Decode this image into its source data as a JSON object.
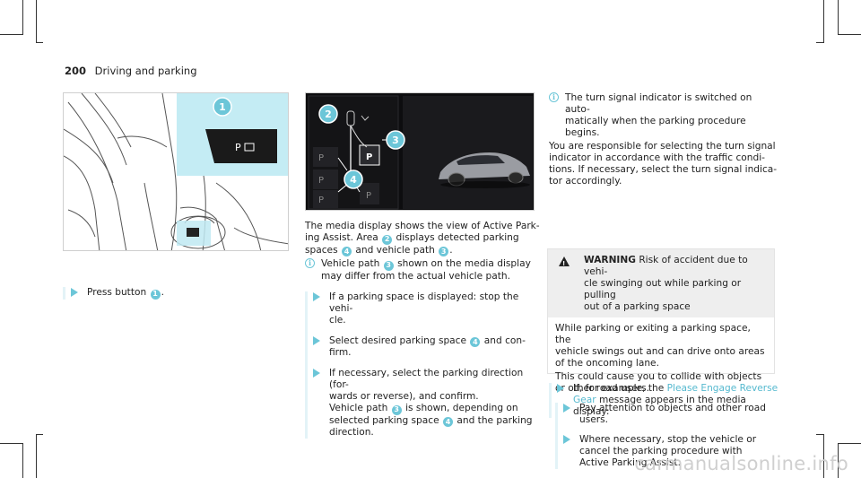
{
  "header": {
    "page_number": "200",
    "section": "Driving and parking"
  },
  "figure1": {
    "callout": "1"
  },
  "figure2": {
    "callouts": [
      "2",
      "3",
      "4"
    ],
    "slot_label": "P"
  },
  "column1": {
    "step": {
      "text_before": "Press button",
      "badge": "1",
      "text_after": "."
    }
  },
  "column2": {
    "intro": {
      "line1": "The media display shows the view of Active Park-",
      "line2": "ing Assist. Area",
      "badge_a": "2",
      "line2b": "displays detected parking",
      "line3": "spaces",
      "badge_b": "4",
      "line3b": "and vehicle path",
      "badge_c": "3",
      "line3c": "."
    },
    "note": {
      "line1a": "Vehicle path",
      "badge": "3",
      "line1b": "shown on the media display",
      "line2": "may differ from the actual vehicle path."
    },
    "step1": {
      "line1": "If a parking space is displayed: stop the vehi-",
      "line2": "cle."
    },
    "step2": {
      "line1a": "Select desired parking space",
      "badge": "4",
      "line1b": "and con-",
      "line2": "firm."
    },
    "step3": {
      "line1": "If necessary, select the parking direction (for-",
      "line2": "wards or reverse), and confirm.",
      "line3a": "Vehicle path",
      "badge_a": "3",
      "line3b": "is shown, depending on",
      "line4a": "selected parking space",
      "badge_b": "4",
      "line4b": "and the parking",
      "line5": "direction."
    }
  },
  "column3": {
    "note": {
      "line1": "The turn signal indicator is switched on auto-",
      "line2": "matically when the parking procedure",
      "line3": "begins."
    },
    "para": {
      "line1": "You are responsible for selecting the turn signal",
      "line2": "indicator in accordance with the traffic condi-",
      "line3": "tions. If necessary, select the turn signal indica-",
      "line4": "tor accordingly."
    },
    "warning": {
      "label": "WARNING",
      "line1": "Risk of accident due to vehi-",
      "line2": "cle swinging out while parking or pulling",
      "line3": "out of a parking space",
      "body1_line1": "While parking or exiting a parking space, the",
      "body1_line2": "vehicle swings out and can drive onto areas",
      "body1_line3": "of the oncoming lane.",
      "body2_line1": "This could cause you to collide with objects",
      "body2_line2": "or other road users.",
      "step1_line1": "Pay attention to objects and other road",
      "step1_line2": "users.",
      "step2_line1": "Where necessary, stop the vehicle or",
      "step2_line2": "cancel the parking procedure with",
      "step2_line3": "Active Parking Assist."
    },
    "final_step": {
      "line1a": "If, for example, the",
      "link1": "Please Engage Reverse",
      "link2": "Gear",
      "line2b": "message appears in the media display:"
    }
  },
  "watermark": "carmanualsonline.info",
  "colors": {
    "accent": "#6cc6d8",
    "link": "#55b9cf",
    "warning_bg": "#eeeeee"
  }
}
